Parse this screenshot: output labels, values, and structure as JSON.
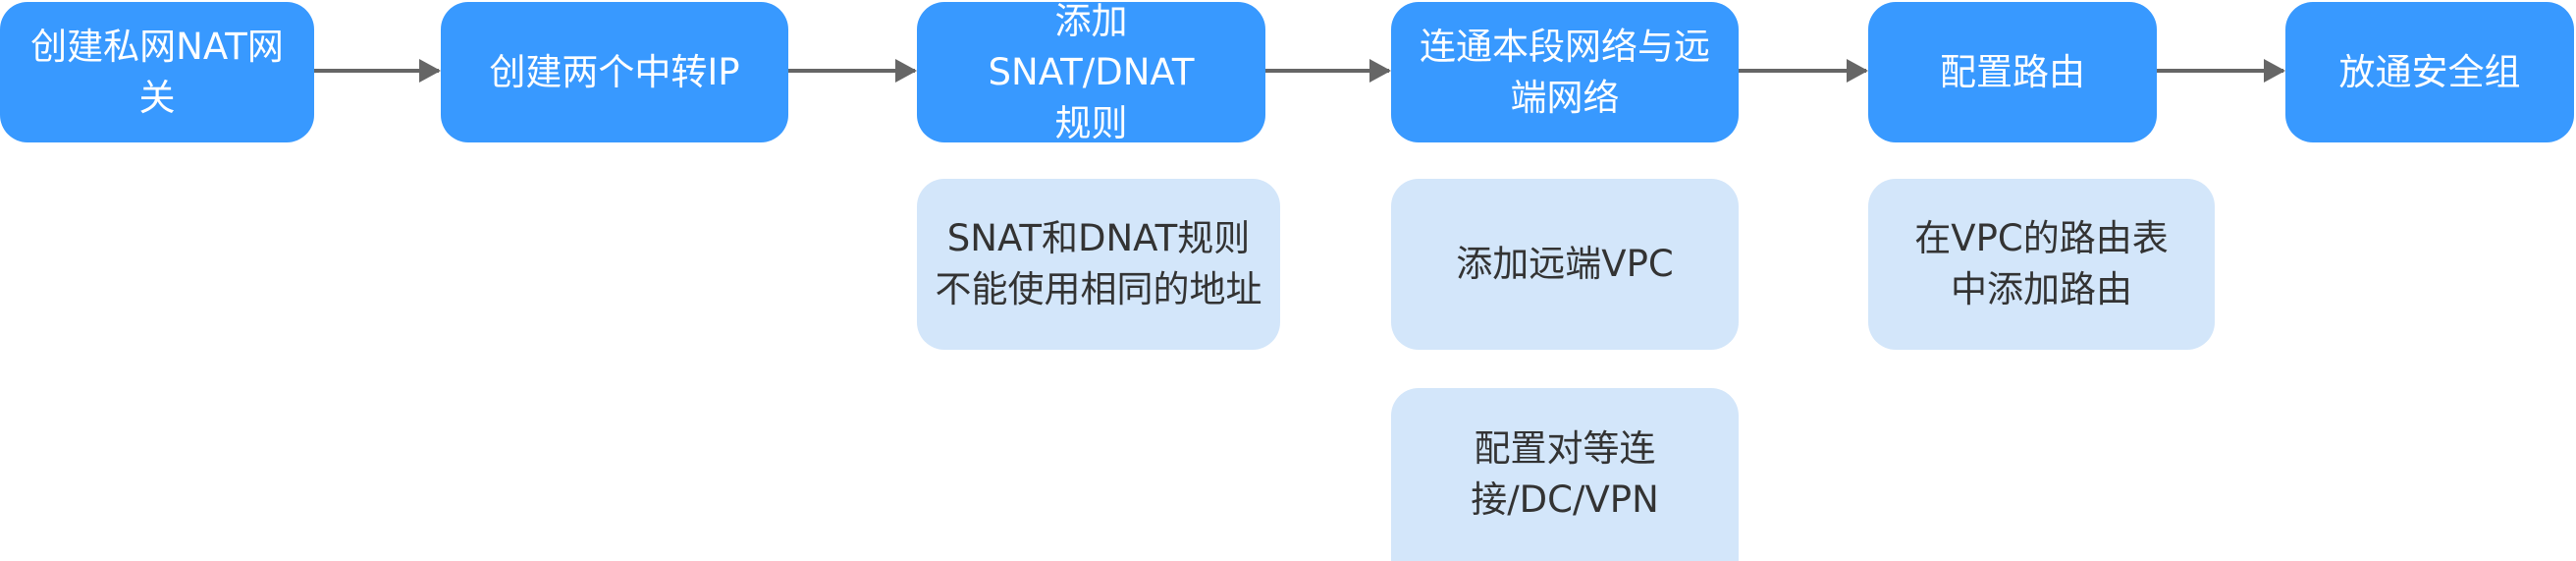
{
  "steps": [
    {
      "label": "创建私网NAT网关"
    },
    {
      "label": "创建两个中转IP"
    },
    {
      "label": "添加SNAT/DNAT规则"
    },
    {
      "label": "连通本段网络与远端网络"
    },
    {
      "label": "配置路由"
    },
    {
      "label": "放通安全组"
    }
  ],
  "notes": {
    "snat_dnat": "SNAT和DNAT规则不能使用相同的地址",
    "add_remote_vpc": "添加远端VPC",
    "peering_dc_vpn": "配置对等连接/DC/VPN",
    "route_table": "在VPC的路由表中添加路由"
  }
}
